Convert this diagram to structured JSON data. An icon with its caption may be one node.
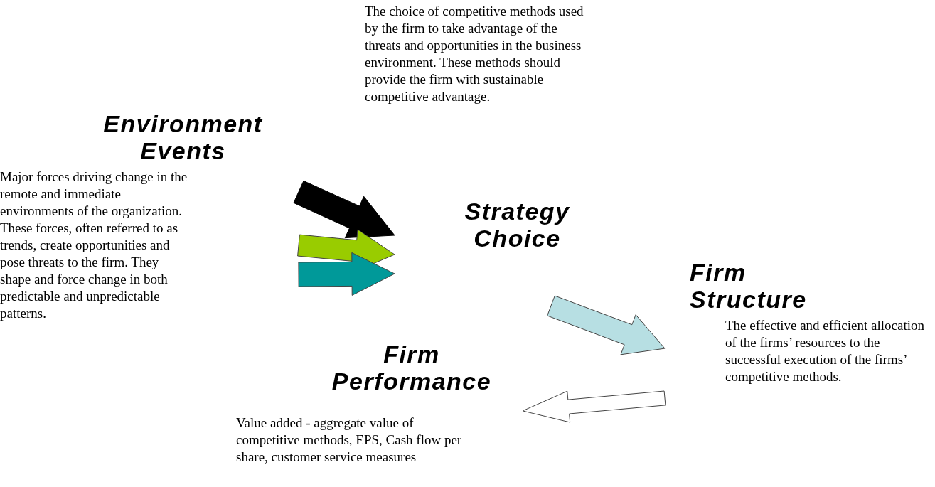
{
  "diagram": {
    "nodes": [
      {
        "text": [
          "Environment Events",
          "Major forces driving change in the remote and immediate environments of the organization.  These forces, often referred to as trends, create opportunities and pose threats to the firm.  They shape and force change in both predictable and unpredictable patterns."
        ]
      },
      {
        "text": [
          "Strategy Choice"
        ]
      },
      {
        "text": [
          "Firm Structure",
          "The effective and efficient allocation of the firms’ resources to the successful execution of the firms’ competitive methods."
        ]
      },
      {
        "text": [
          "Firm Performance",
          "Value added - aggregate value of competitive methods, EPS, Cash flow per share, customer service measures"
        ]
      }
    ],
    "edges": [
      {
        "from": 0,
        "to": 1,
        "arrow": "to",
        "color": "#000000"
      },
      {
        "from": 0,
        "to": 1,
        "arrow": "to",
        "color": "#99cc00"
      },
      {
        "from": 0,
        "to": 1,
        "arrow": "to",
        "color": "#009999"
      },
      {
        "from": 1,
        "to": 2,
        "arrow": "to",
        "color": "#b7dfe3"
      },
      {
        "from": 2,
        "to": 3,
        "arrow": "to",
        "color": "#ffffff"
      }
    ],
    "labels": [
      "The choice of competitive methods used by the firm to take advantage of the threats and opportunities in the business environment.  These methods should provide the firm with sustainable competitive advantage."
    ]
  }
}
